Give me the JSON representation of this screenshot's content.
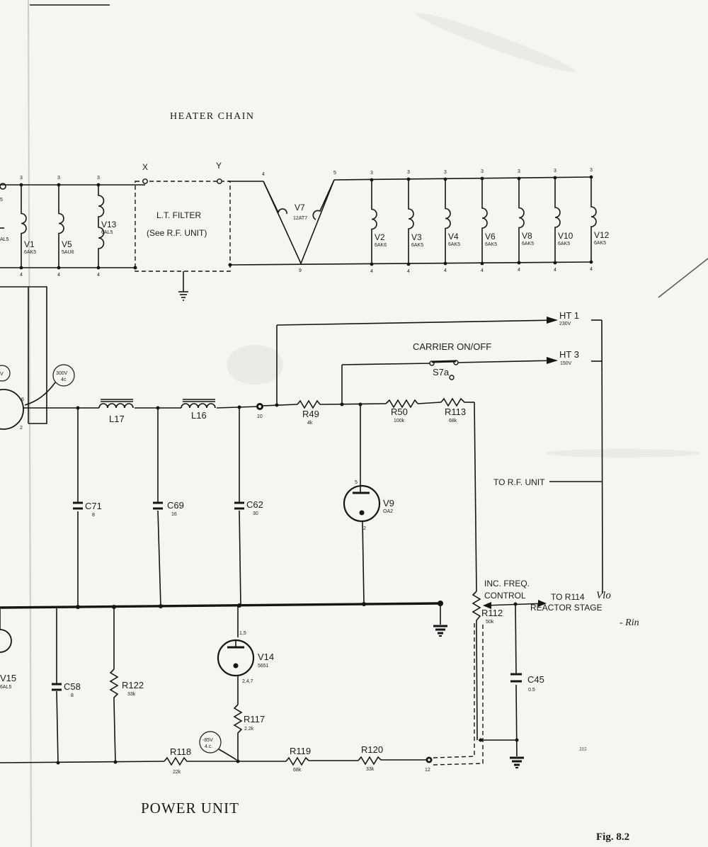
{
  "title": "POWER UNIT",
  "fig": "Fig. 8.2",
  "heater": {
    "title": "HEATER CHAIN",
    "filter_l1": "L.T. FILTER",
    "filter_l2": "(See R.F. UNIT)",
    "x": "X",
    "y": "Y",
    "pin3": "3",
    "pin4": "4",
    "pin5": "5",
    "pin9": "9",
    "tubes": [
      {
        "name": "V1",
        "type": "6AK5"
      },
      {
        "name": "V5",
        "type": "5AU6"
      },
      {
        "name": "V13",
        "type": "6AL5"
      },
      {
        "name": "V7",
        "type": "12AT7"
      },
      {
        "name": "V2",
        "type": "6AK6"
      },
      {
        "name": "V3",
        "type": "6AK5"
      },
      {
        "name": "V4",
        "type": "6AK5"
      },
      {
        "name": "V6",
        "type": "6AK5"
      },
      {
        "name": "V8",
        "type": "6AK5"
      },
      {
        "name": "V10",
        "type": "6AK5"
      },
      {
        "name": "V12",
        "type": "6AK5"
      }
    ],
    "left_frag_a": "5",
    "left_frag_b": "AL5"
  },
  "supply": {
    "ht1": {
      "name": "HT 1",
      "volt": "230V"
    },
    "ht3": {
      "name": "HT 3",
      "volt": "150V"
    },
    "carrier": "CARRIER ON/OFF",
    "switch": "S7a",
    "to_rf": "TO R.F. UNIT",
    "inc_freq_1": "INC. FREQ.",
    "inc_freq_2": "CONTROL",
    "to_r114": "TO R114",
    "reactor": "REACTOR STAGE",
    "meas_300": "300V",
    "meas_300b": "4c",
    "meas_85": "-85V",
    "meas_85b": "4.c.",
    "term_10": "10",
    "term_12": "12",
    "ref": "315",
    "hand1": "Vlo",
    "hand2": "- Rin",
    "left_v_frag": "V",
    "left_v15": "V15",
    "left_v15b": "6AL5",
    "tube_pin_6": "6",
    "tube_pin_2": "2"
  },
  "components": {
    "L17": {
      "name": "L17"
    },
    "L16": {
      "name": "L16"
    },
    "R49": {
      "name": "R49",
      "value": "4k"
    },
    "R50": {
      "name": "R50",
      "value": "100k"
    },
    "R113": {
      "name": "R113",
      "value": "68k"
    },
    "C71": {
      "name": "C71",
      "value": "8"
    },
    "C69": {
      "name": "C69",
      "value": "16"
    },
    "C62": {
      "name": "C62",
      "value": "30"
    },
    "V9": {
      "name": "V9",
      "type": "OA2",
      "pin_top": "5",
      "pin_bot": "2"
    },
    "R112": {
      "name": "R112",
      "value": "50k"
    },
    "C45": {
      "name": "C45",
      "value": "0.5"
    },
    "V14": {
      "name": "V14",
      "type": "5651",
      "pin_top": "1,5",
      "pin_bot": "2,4,7"
    },
    "C58": {
      "name": "C58",
      "value": "8"
    },
    "R122": {
      "name": "R122",
      "value": "33k"
    },
    "R117": {
      "name": "R117",
      "value": "2.2k"
    },
    "R118": {
      "name": "R118",
      "value": "22k"
    },
    "R119": {
      "name": "R119",
      "value": "68k"
    },
    "R120": {
      "name": "R120",
      "value": "33k"
    }
  }
}
